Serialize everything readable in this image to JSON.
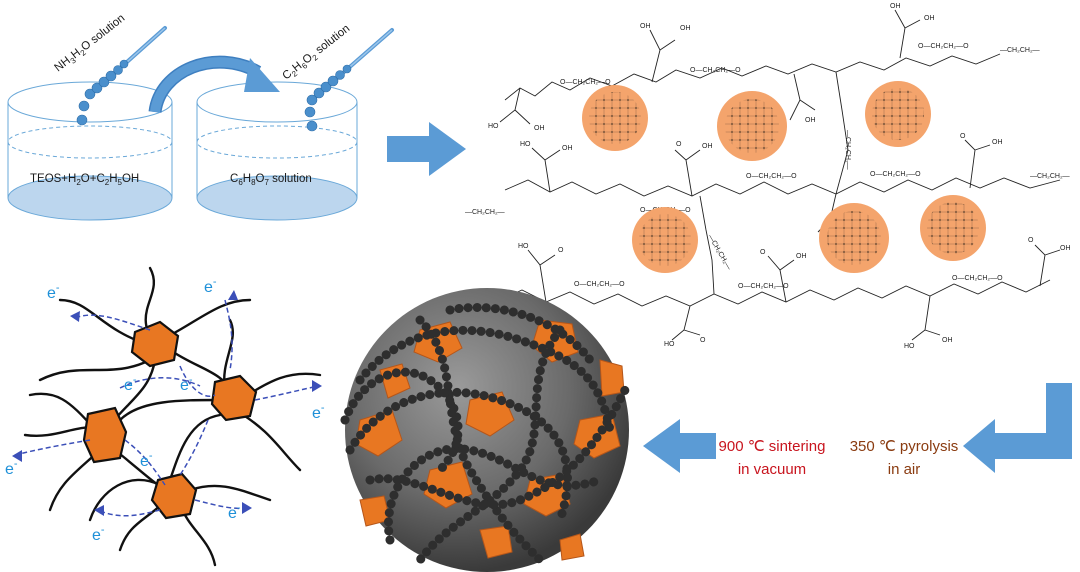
{
  "beakers": {
    "left": {
      "label_prefix": "TEOS+H",
      "label_sub1": "2",
      "label_mid1": "O+C",
      "label_sub2": "2",
      "label_mid2": "H",
      "label_sub3": "5",
      "label_suffix": "OH",
      "dropper_prefix": "NH",
      "dropper_sub1": "3",
      "dropper_mid": "H",
      "dropper_sub2": "2",
      "dropper_suffix": "O solution"
    },
    "right": {
      "label_prefix": "C",
      "label_sub1": "6",
      "label_mid1": "H",
      "label_sub2": "8",
      "label_mid2": "O",
      "label_sub3": "7",
      "label_suffix": " solution",
      "dropper_prefix": "C",
      "dropper_sub1": "2",
      "dropper_mid1": "H",
      "dropper_sub2": "6",
      "dropper_mid2": "O",
      "dropper_sub3": "2",
      "dropper_suffix": " solution"
    }
  },
  "steps": {
    "sintering_line1": "900 ℃ sintering",
    "sintering_line2": "in vacuum",
    "pyrolysis_line1": "350 ℃ pyrolysis",
    "pyrolysis_line2": "in air"
  },
  "network": {
    "electron": "e",
    "electron_sup": "-"
  },
  "polymer": {
    "oh": "OH",
    "ho": "HO",
    "o": "O",
    "ester": "O—CH₂CH₂—O",
    "end_group": "—CH₂CH₂—",
    "mid_group": "—CH₂CH₂—"
  },
  "colors": {
    "arrow_blue": "#5b9bd5",
    "particle_orange": "#f4a46c",
    "core_orange": "#e87722",
    "carbon_gray": "#3c3c3c",
    "beaker_fill": "#bcd6ee",
    "electron_blue": "#1e90d8",
    "step_red": "#c8141e",
    "step_brown": "#8a3b10"
  }
}
